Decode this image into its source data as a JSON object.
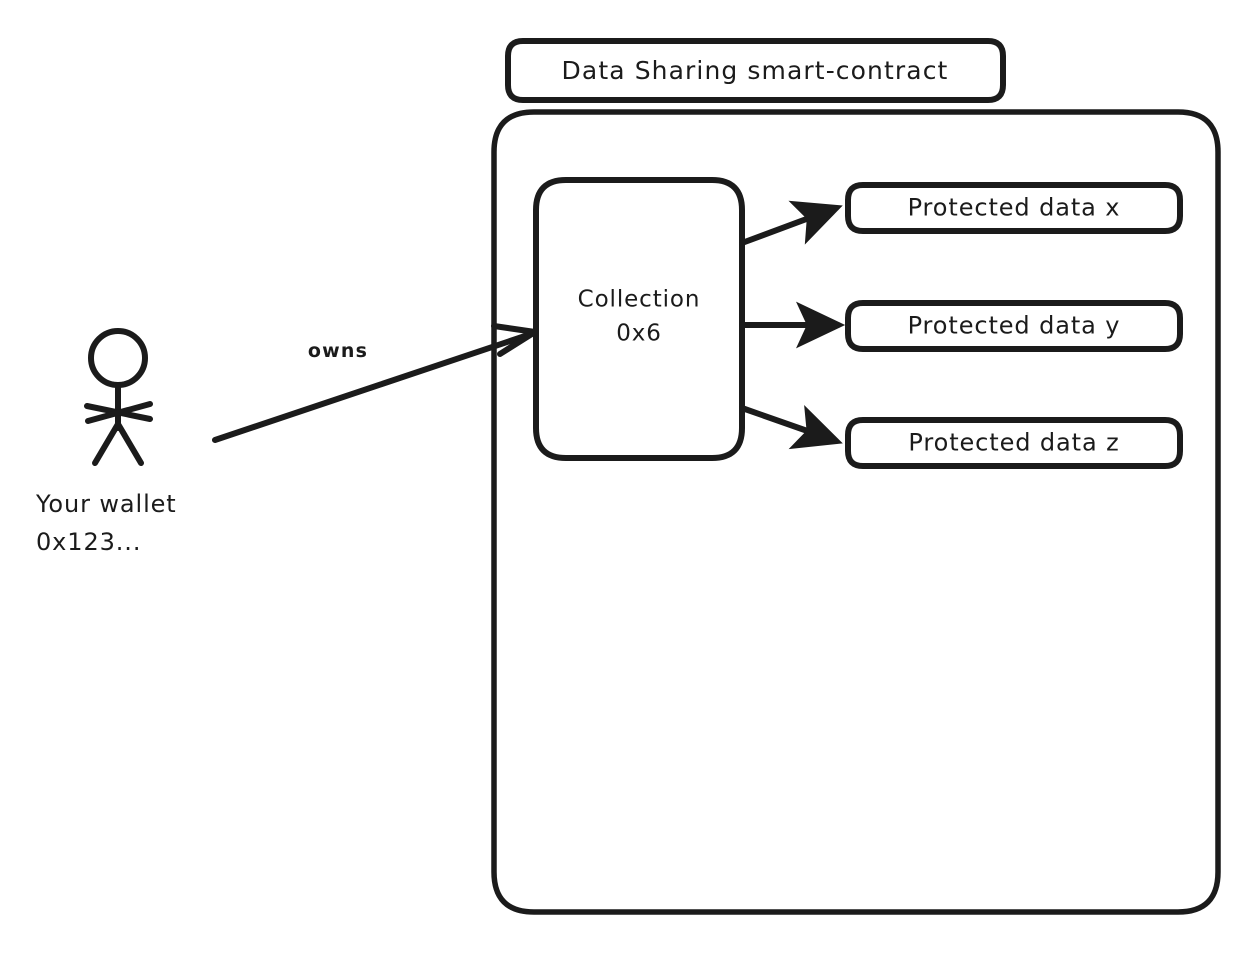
{
  "diagram": {
    "title_box": {
      "label": "Data Sharing smart-contract"
    },
    "container": {
      "name": "data-sharing-smart-contract-container"
    },
    "collection_node": {
      "line1": "Collection",
      "line2": "0x6",
      "label": "Collection 0x6"
    },
    "protected_data": [
      {
        "label": "Protected data x"
      },
      {
        "label": "Protected data y"
      },
      {
        "label": "Protected data z"
      }
    ],
    "actor": {
      "line1": "Your wallet",
      "line2": "0x123...",
      "label": "Your wallet 0x123...",
      "icon": "stick-figure-person-icon"
    },
    "edges": [
      {
        "label": "owns",
        "from": "Your wallet 0x123...",
        "to": "Collection 0x6"
      },
      {
        "label": "",
        "from": "Collection 0x6",
        "to": "Protected data x"
      },
      {
        "label": "",
        "from": "Collection 0x6",
        "to": "Protected data y"
      },
      {
        "label": "",
        "from": "Collection 0x6",
        "to": "Protected data z"
      }
    ],
    "colors": {
      "stroke": "#1b1b1b",
      "fill": "#ffffff",
      "background": "#ffffff"
    }
  }
}
